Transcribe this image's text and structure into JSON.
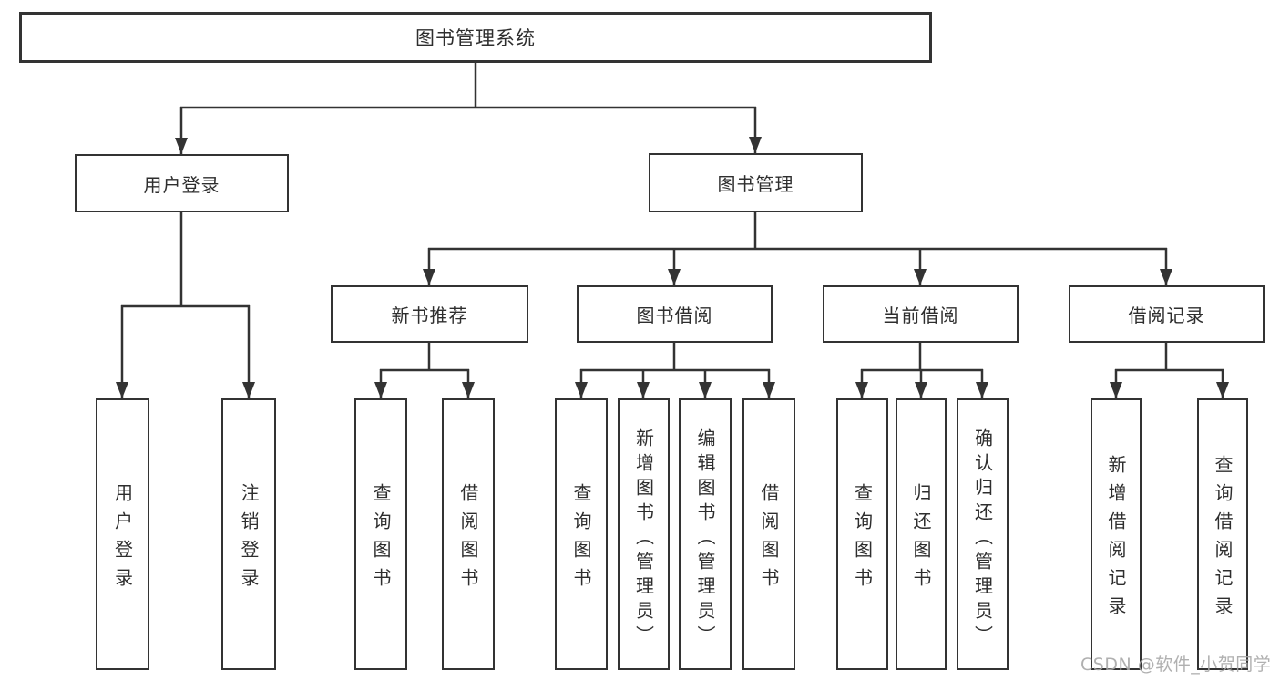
{
  "colors": {
    "line": "#333333",
    "box_border": "#333333",
    "text": "#2e2e2e",
    "background": "#ffffff",
    "watermark": "#a8a8a8"
  },
  "tree": {
    "root": "图书管理系统",
    "branches": [
      {
        "label": "用户登录",
        "children": [
          "用户登录",
          "注销登录"
        ]
      },
      {
        "label": "图书管理",
        "children": [
          {
            "label": "新书推荐",
            "children": [
              "查询图书",
              "借阅图书"
            ]
          },
          {
            "label": "图书借阅",
            "children": [
              "查询图书",
              "新增图书（管理员）",
              "编辑图书（管理员）",
              "借阅图书"
            ]
          },
          {
            "label": "当前借阅",
            "children": [
              "查询图书",
              "归还图书",
              "确认归还（管理员）"
            ]
          },
          {
            "label": "借阅记录",
            "children": [
              "新增借阅记录",
              "查询借阅记录"
            ]
          }
        ]
      }
    ]
  },
  "watermark": "CSDN @软件_小贺同学"
}
